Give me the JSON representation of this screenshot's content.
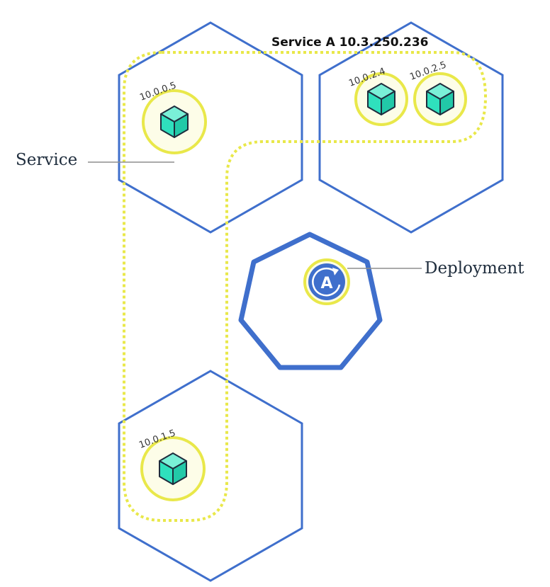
{
  "service_title": "Service A 10.3.250.236",
  "labels": {
    "service": "Service",
    "deployment": "Deployment"
  },
  "pods": [
    {
      "ip": "10.0.0.5"
    },
    {
      "ip": "10.0.2.4"
    },
    {
      "ip": "10.0.2.5"
    },
    {
      "ip": "10.0.1.5"
    }
  ],
  "deployment_icon_letter": "A",
  "colors": {
    "node_stroke": "#3f6fcc",
    "service_dash": "#e9e84a",
    "pod_ring": "#e9e84a",
    "pod_fill": "#fdfde8",
    "cube": "#2fe0bd",
    "deployment_blue": "#3f6fcc",
    "leader_line": "#8e8e8e"
  }
}
